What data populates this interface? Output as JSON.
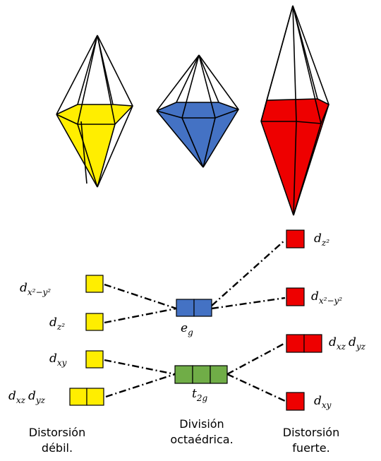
{
  "colors": {
    "weak": "#ffee00",
    "octahedral_eg": "#4472c4",
    "octahedral_t2g": "#70ad47",
    "strong": "#ee0000"
  },
  "crystals": [
    {
      "name": "weak-distortion-bipyramid",
      "color": "#ffee00"
    },
    {
      "name": "octahedral-bipyramid",
      "color": "#4472c4"
    },
    {
      "name": "strong-distortion-bipyramid",
      "color": "#ee0000"
    }
  ],
  "weak": {
    "caption_line1": "Distorsión",
    "caption_line2": "débil.",
    "levels": [
      {
        "base": "d",
        "sub": "x²−y²",
        "sub2": "",
        "base2": "",
        "boxes": 1
      },
      {
        "base": "d",
        "sub": "z²",
        "sub2": "",
        "base2": "",
        "boxes": 1
      },
      {
        "base": "d",
        "sub": "xy",
        "sub2": "",
        "base2": "",
        "boxes": 1
      },
      {
        "base": "d",
        "sub": "xz",
        "base2": "d",
        "sub2": "yz",
        "boxes": 2
      }
    ]
  },
  "octahedral": {
    "caption_line1": "División",
    "caption_line2": "octaédrica.",
    "eg": {
      "base": "e",
      "sub": "g",
      "boxes": 2
    },
    "t2g": {
      "base": "t",
      "sub": "2g",
      "boxes": 3
    }
  },
  "strong": {
    "caption_line1": "Distorsión",
    "caption_line2": "fuerte.",
    "levels": [
      {
        "base": "d",
        "sub": "z²",
        "base2": "",
        "sub2": "",
        "boxes": 1
      },
      {
        "base": "d",
        "sub": "x²−y²",
        "base2": "",
        "sub2": "",
        "boxes": 1
      },
      {
        "base": "d",
        "sub": "xz",
        "base2": "d",
        "sub2": "yz",
        "boxes": 2
      },
      {
        "base": "d",
        "sub": "xy",
        "base2": "",
        "sub2": "",
        "boxes": 1
      }
    ]
  }
}
